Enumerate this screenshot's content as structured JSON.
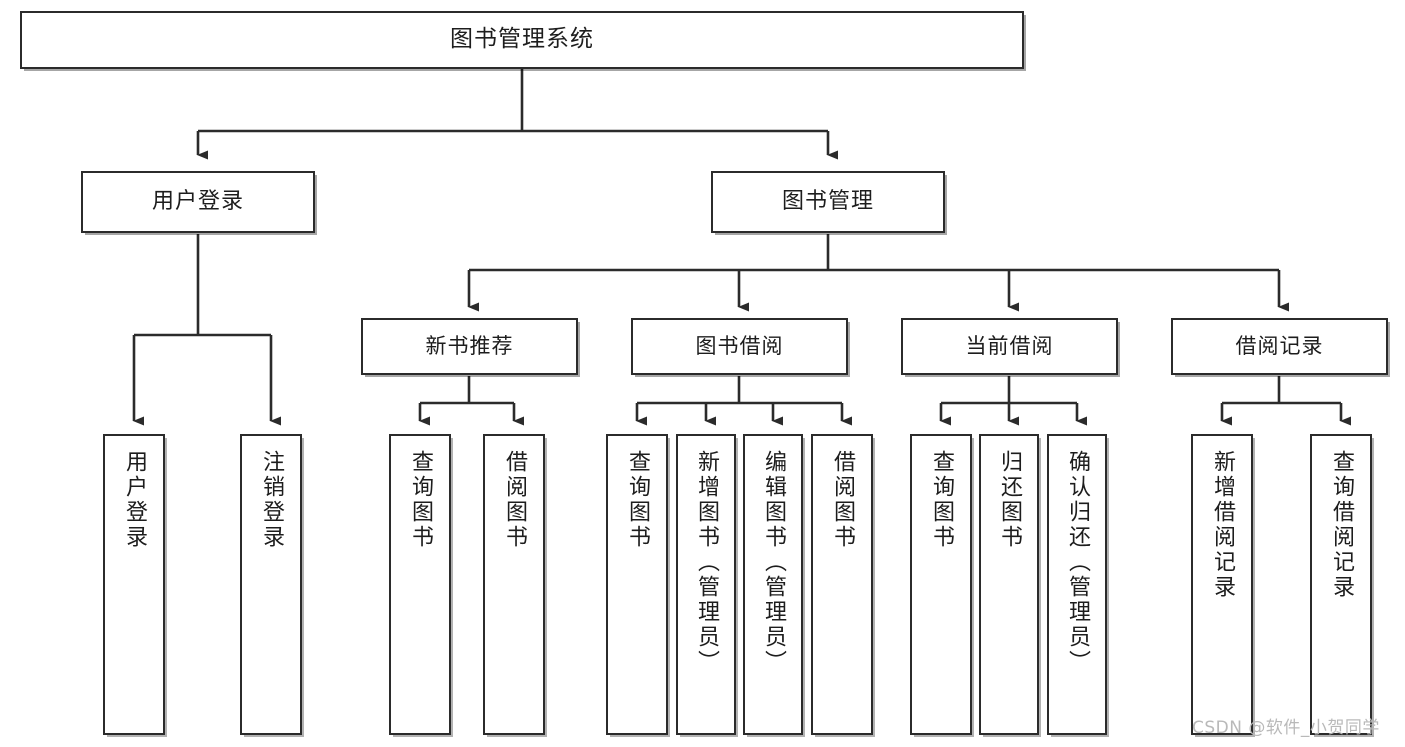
{
  "diagram": {
    "title": "图书管理系统",
    "type": "tree-hierarchy-diagram",
    "watermark": "CSDN @软件_小贺同学",
    "colors": {
      "box_border": "#2b2b2b",
      "box_fill": "#ffffff",
      "connector": "#2b2b2b",
      "background": "#ffffff",
      "watermark": "#b9b9b9"
    }
  },
  "root": {
    "label": "图书管理系统"
  },
  "level2": [
    {
      "label": "用户登录"
    },
    {
      "label": "图书管理"
    }
  ],
  "level3": [
    {
      "label": "新书推荐"
    },
    {
      "label": "图书借阅"
    },
    {
      "label": "当前借阅"
    },
    {
      "label": "借阅记录"
    }
  ],
  "leaves": {
    "user_login": [
      {
        "label": "用户登录"
      },
      {
        "label": "注销登录"
      }
    ],
    "new_book_recommend": [
      {
        "label": "查询图书"
      },
      {
        "label": "借阅图书"
      }
    ],
    "book_borrow": [
      {
        "label": "查询图书"
      },
      {
        "label": "新增图书（管理员）"
      },
      {
        "label": "编辑图书（管理员）"
      },
      {
        "label": "借阅图书"
      }
    ],
    "current_borrow": [
      {
        "label": "查询图书"
      },
      {
        "label": "归还图书"
      },
      {
        "label": "确认归还（管理员）"
      }
    ],
    "borrow_record": [
      {
        "label": "新增借阅记录"
      },
      {
        "label": "查询借阅记录"
      }
    ]
  }
}
